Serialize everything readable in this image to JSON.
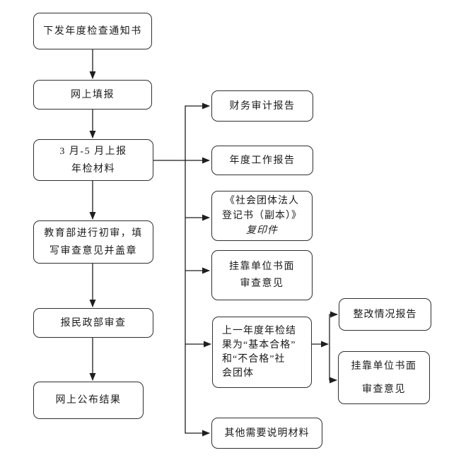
{
  "flow": {
    "left": [
      {
        "lines": [
          "下发年度检查通知书"
        ]
      },
      {
        "lines": [
          "网上填报"
        ]
      },
      {
        "lines": [
          "3 月-5 月上报",
          "年检材料"
        ]
      },
      {
        "lines": [
          "教育部进行初审，填",
          "写审查意见并盖章"
        ]
      },
      {
        "lines": [
          "报民政部审查"
        ]
      },
      {
        "lines": [
          "网上公布结果"
        ]
      }
    ],
    "middle": [
      {
        "lines": [
          "财务审计报告"
        ]
      },
      {
        "lines": [
          "年度工作报告"
        ]
      },
      {
        "lines": [
          "《社会团体法人",
          "登记书（副本）》",
          "复印件"
        ]
      },
      {
        "lines": [
          "挂靠单位书面",
          "审查意见"
        ]
      },
      {
        "lines": [
          "上一年度年检结",
          "果为“基本合格”",
          "和“不合格”社",
          "会团体"
        ]
      },
      {
        "lines": [
          "其他需要说明材料"
        ]
      }
    ],
    "right": [
      {
        "lines": [
          "整改情况报告"
        ]
      },
      {
        "lines": [
          "挂靠单位书面",
          "审查意见"
        ]
      }
    ]
  },
  "colors": {
    "line": "#1f1f1f",
    "box_border": "#2f2f2f",
    "text": "#1a1a1a",
    "background": "#ffffff"
  }
}
